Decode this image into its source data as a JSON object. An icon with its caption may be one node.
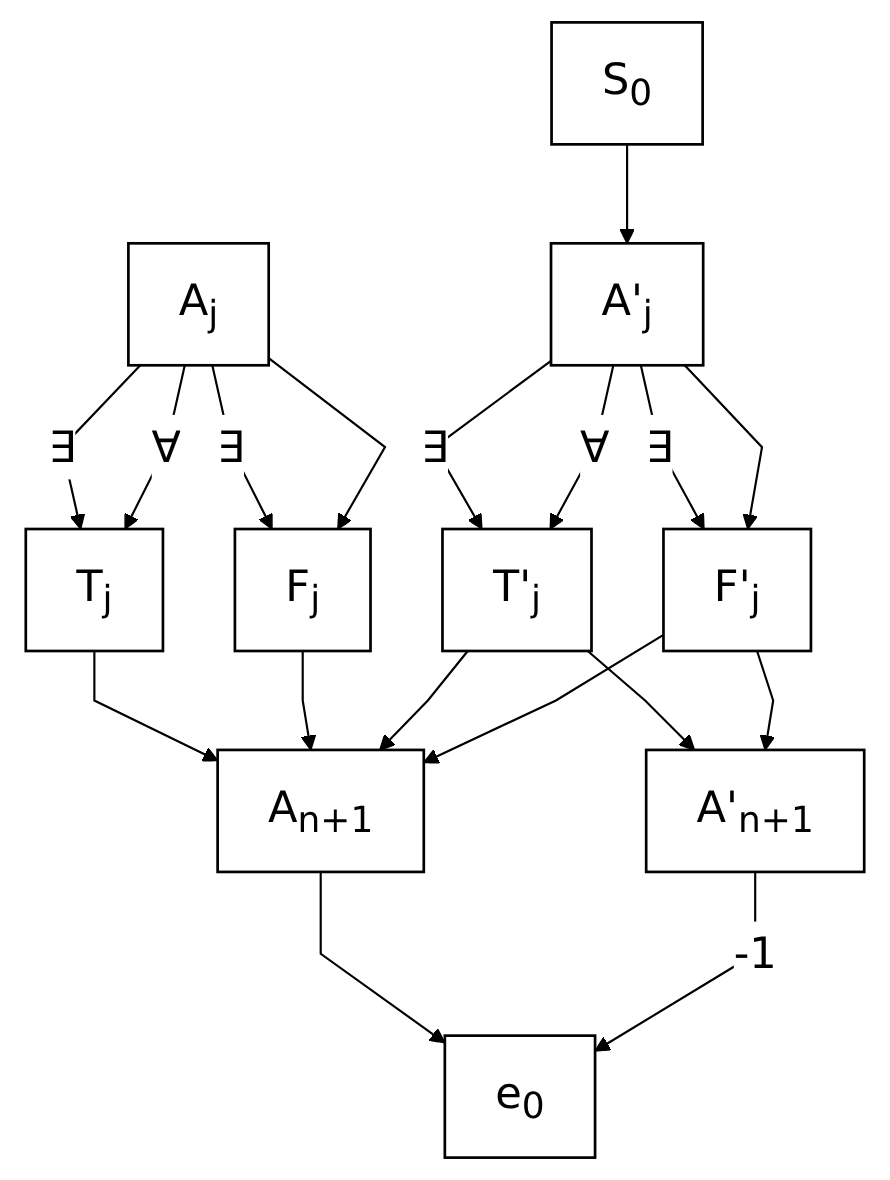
{
  "diagram": {
    "nodes": [
      {
        "text": [
          "S$_{0}$"
        ]
      },
      {
        "text": [
          "A$_{j}$"
        ]
      },
      {
        "text": [
          "A'$_{j}$"
        ]
      },
      {
        "text": [
          "T$_{j}$"
        ]
      },
      {
        "text": [
          "F$_{j}$"
        ]
      },
      {
        "text": [
          "T'$_{j}$"
        ]
      },
      {
        "text": [
          "F'$_{j}$"
        ]
      },
      {
        "text": [
          "A$_{n+1}$"
        ]
      },
      {
        "text": [
          "A'$_{n+1}$"
        ]
      },
      {
        "text": [
          "e$_{0}$"
        ]
      }
    ],
    "edges": [
      {
        "from": 0,
        "to": 2,
        "arrow": "to"
      },
      {
        "from": 1,
        "to": 3,
        "arrow": "to",
        "label": "∃"
      },
      {
        "from": 1,
        "to": 4,
        "arrow": "to",
        "label": "∃"
      },
      {
        "from": 1,
        "to": 3,
        "arrow": "to",
        "label": "∀"
      },
      {
        "from": 1,
        "to": 4,
        "arrow": "to"
      },
      {
        "from": 2,
        "to": 5,
        "arrow": "to",
        "label": "∃"
      },
      {
        "from": 2,
        "to": 6,
        "arrow": "to",
        "label": "∃"
      },
      {
        "from": 2,
        "to": 5,
        "arrow": "to",
        "label": "∀"
      },
      {
        "from": 2,
        "to": 6,
        "arrow": "to"
      },
      {
        "from": 3,
        "to": 7,
        "arrow": "to"
      },
      {
        "from": 4,
        "to": 7,
        "arrow": "to"
      },
      {
        "from": 5,
        "to": 7,
        "arrow": "to"
      },
      {
        "from": 5,
        "to": 8,
        "arrow": "to"
      },
      {
        "from": 6,
        "to": 8,
        "arrow": "to"
      },
      {
        "from": 6,
        "to": 7,
        "arrow": "to"
      },
      {
        "from": 7,
        "to": 9,
        "arrow": "to"
      },
      {
        "from": 8,
        "to": 9,
        "arrow": "to",
        "label": "-1"
      }
    ]
  }
}
